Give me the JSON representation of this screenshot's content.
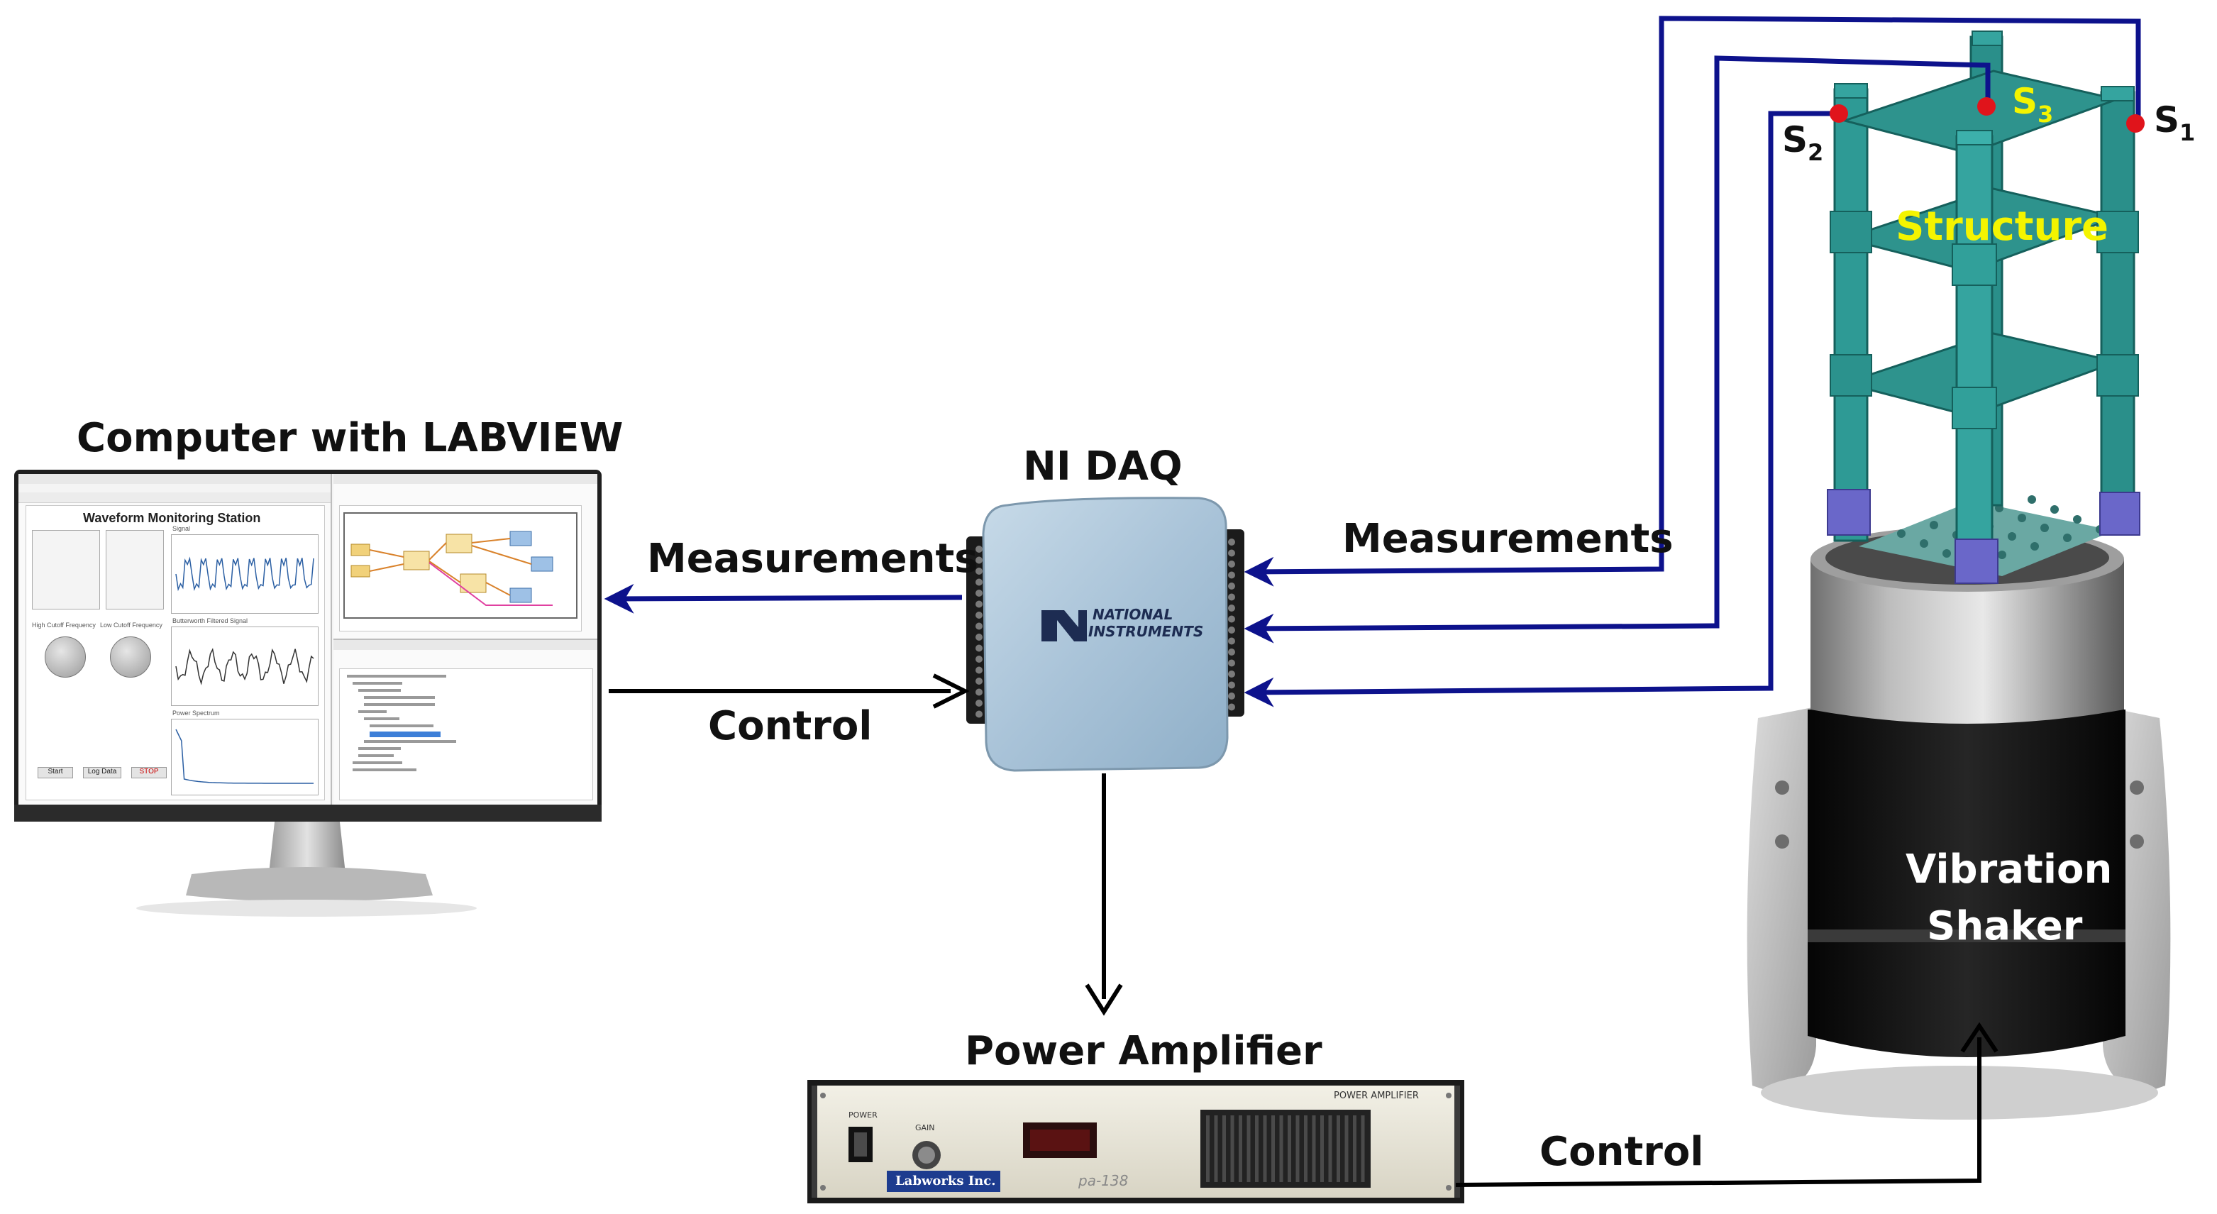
{
  "labels": {
    "computer": "Computer with LABVIEW",
    "daq": "NI DAQ",
    "measurements_left": "Measurements",
    "measurements_right": "Measurements",
    "control_left": "Control",
    "control_bottom": "Control",
    "power_amplifier": "Power Amplifier",
    "structure": "Structure",
    "shaker_line1": "Vibration",
    "shaker_line2": "Shaker",
    "sensor_s1": "S",
    "sensor_s1_sub": "1",
    "sensor_s2": "S",
    "sensor_s2_sub": "2",
    "sensor_s3": "S",
    "sensor_s3_sub": "3"
  },
  "daq_logo": {
    "line1": "NATIONAL",
    "line2": "INSTRUMENTS"
  },
  "monitor": {
    "front_panel_title": "Waveform Monitoring Station",
    "signal_chart_title": "Signal",
    "filtered_chart_title": "Butterworth Filtered Signal",
    "spectrum_chart_title": "Power Spectrum",
    "high_cutoff_label": "High Cutoff Frequency",
    "low_cutoff_label": "Low Cutoff Frequency",
    "start_button": "Start",
    "log_button": "Log Data",
    "stop_button": "STOP"
  },
  "amplifier": {
    "panel_label": "POWER AMPLIFIER",
    "power_label": "POWER",
    "gain_label": "GAIN",
    "brand": "Labworks Inc.",
    "model": "pa-138"
  },
  "colors": {
    "measurement_line": "#0d128c",
    "control_line": "#000000",
    "sensor_dot": "#e0141b",
    "structure_color": "#2a8f8a",
    "label_yellow": "#f4f400"
  }
}
